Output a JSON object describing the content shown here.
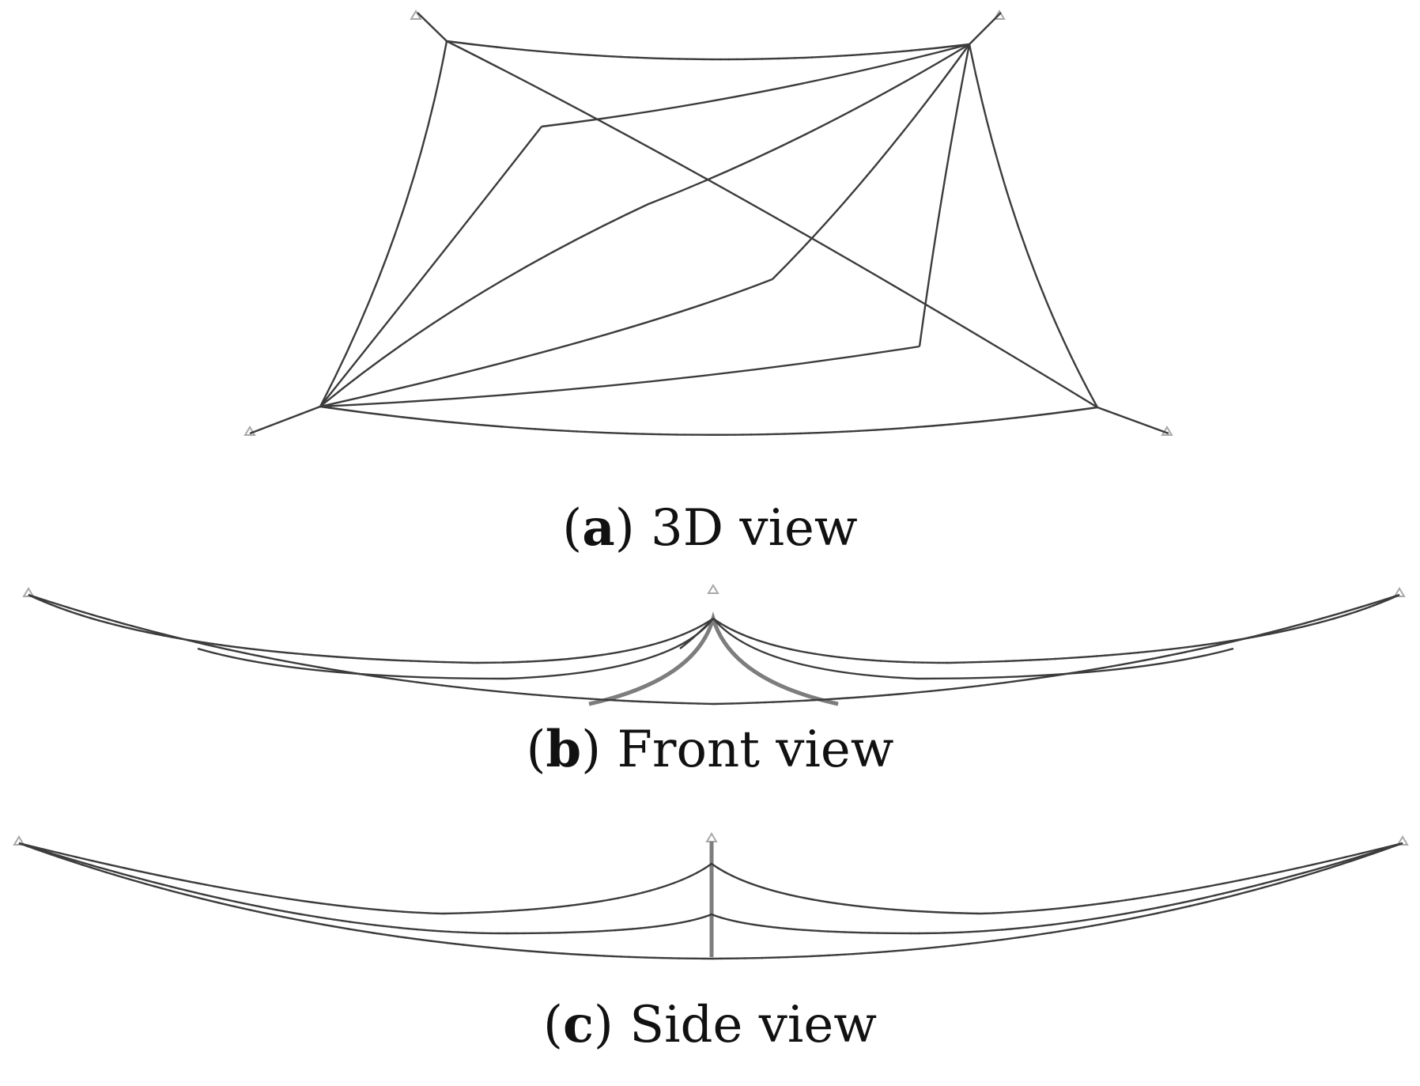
{
  "figure": {
    "colors": {
      "cable": "#3c3c3c",
      "mast": "#7d7d7d",
      "support": "#a8a8a8",
      "caption": "#111111"
    },
    "panels": [
      {
        "id": "a",
        "letter": "a",
        "caption": "3D view"
      },
      {
        "id": "b",
        "letter": "b",
        "caption": "Front view"
      },
      {
        "id": "c",
        "letter": "c",
        "caption": "Side view"
      }
    ]
  }
}
